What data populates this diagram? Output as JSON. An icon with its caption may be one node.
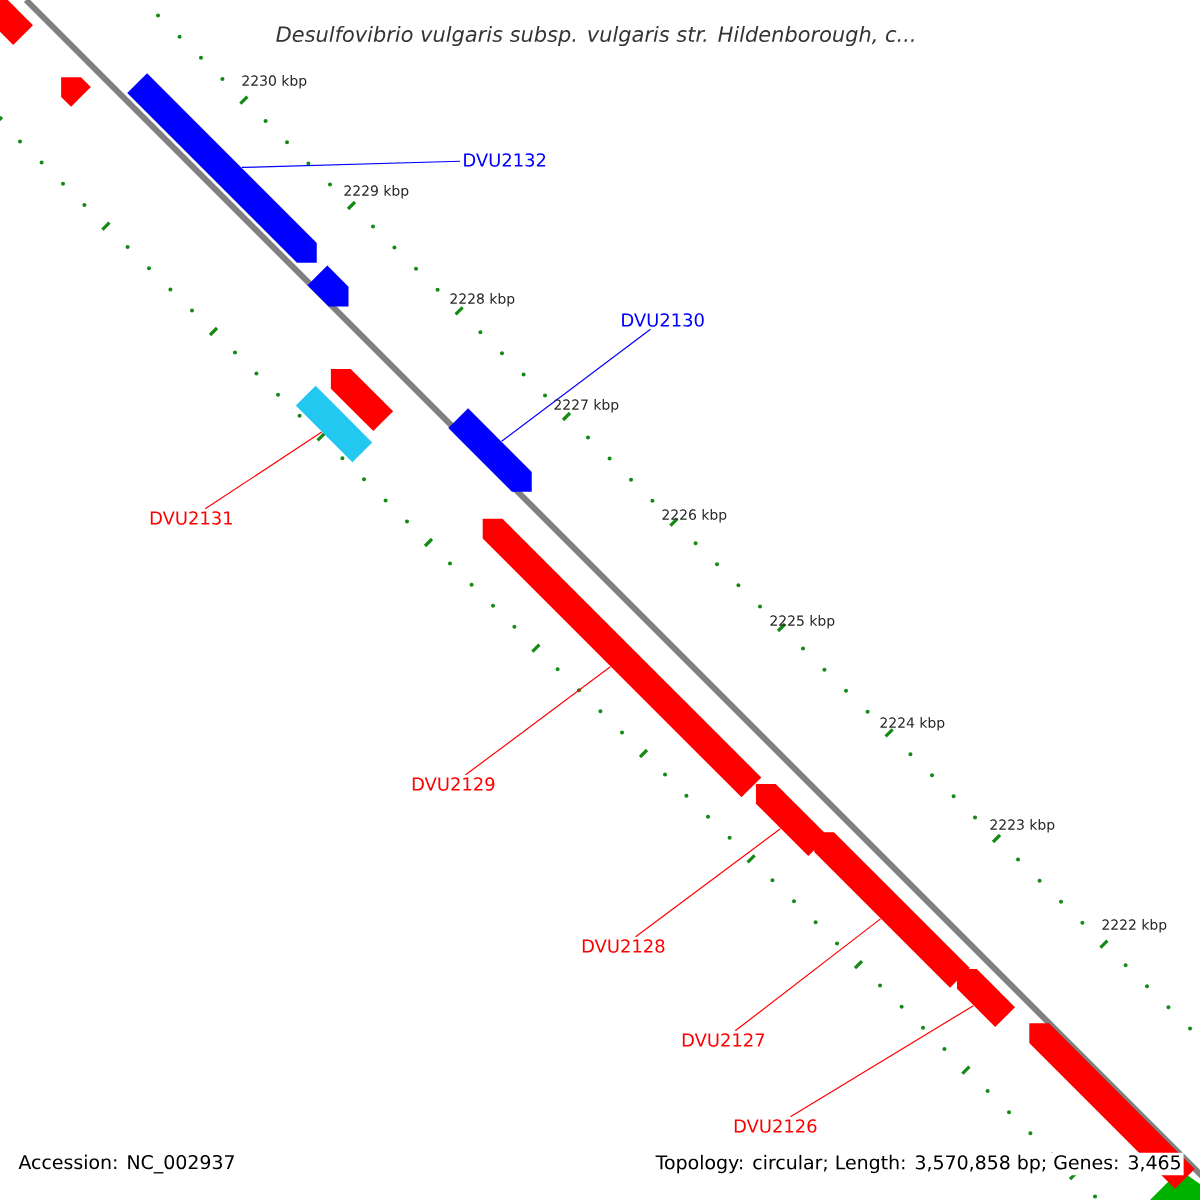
{
  "diagram": {
    "title": "Desulfovibrio vulgaris subsp. vulgaris str. Hildenborough, c...",
    "nodes": [
      {
        "text": [
          "DVU2132"
        ]
      },
      {
        "text": [
          "DVU2130"
        ]
      },
      {
        "text": [
          "DVU2131"
        ]
      },
      {
        "text": [
          "DVU2129"
        ]
      },
      {
        "text": [
          "DVU2128"
        ]
      },
      {
        "text": [
          "DVU2127"
        ]
      },
      {
        "text": [
          "DVU2126"
        ]
      },
      {
        "text": [],
        "shape": "arrow"
      },
      {
        "text": [],
        "shape": "arrow"
      },
      {
        "text": [],
        "shape": "arrow"
      },
      {
        "text": [],
        "shape": "arrow"
      },
      {
        "text": [],
        "shape": "arrow"
      },
      {
        "text": [],
        "shape": "box"
      },
      {
        "text": [],
        "shape": "arrow"
      },
      {
        "text": [],
        "shape": "arrow"
      },
      {
        "text": [],
        "shape": "arrow"
      },
      {
        "text": [],
        "shape": "arrow"
      },
      {
        "text": [],
        "shape": "arrow"
      },
      {
        "text": [],
        "shape": "arrow"
      }
    ],
    "edges": [
      {
        "from": 0,
        "to": 9,
        "arrow": "none",
        "color": "#0000ff"
      },
      {
        "from": 1,
        "to": 13,
        "arrow": "none",
        "color": "#0000ff"
      },
      {
        "from": 2,
        "to": 12,
        "arrow": "none"
      },
      {
        "from": 3,
        "to": 14,
        "arrow": "none"
      },
      {
        "from": 4,
        "to": 15,
        "arrow": "none"
      },
      {
        "from": 5,
        "to": 16,
        "arrow": "none"
      },
      {
        "from": 6,
        "to": 17,
        "arrow": "none"
      }
    ],
    "labels": [
      "2230 kbp",
      "2229 kbp",
      "2228 kbp",
      "2227 kbp",
      "2226 kbp",
      "2225 kbp",
      "2224 kbp",
      "2223 kbp",
      "2222 kbp",
      "Accession: NC_002937",
      "Topology: circular; Length: 3,570,858 bp; Genes: 3,465"
    ]
  }
}
